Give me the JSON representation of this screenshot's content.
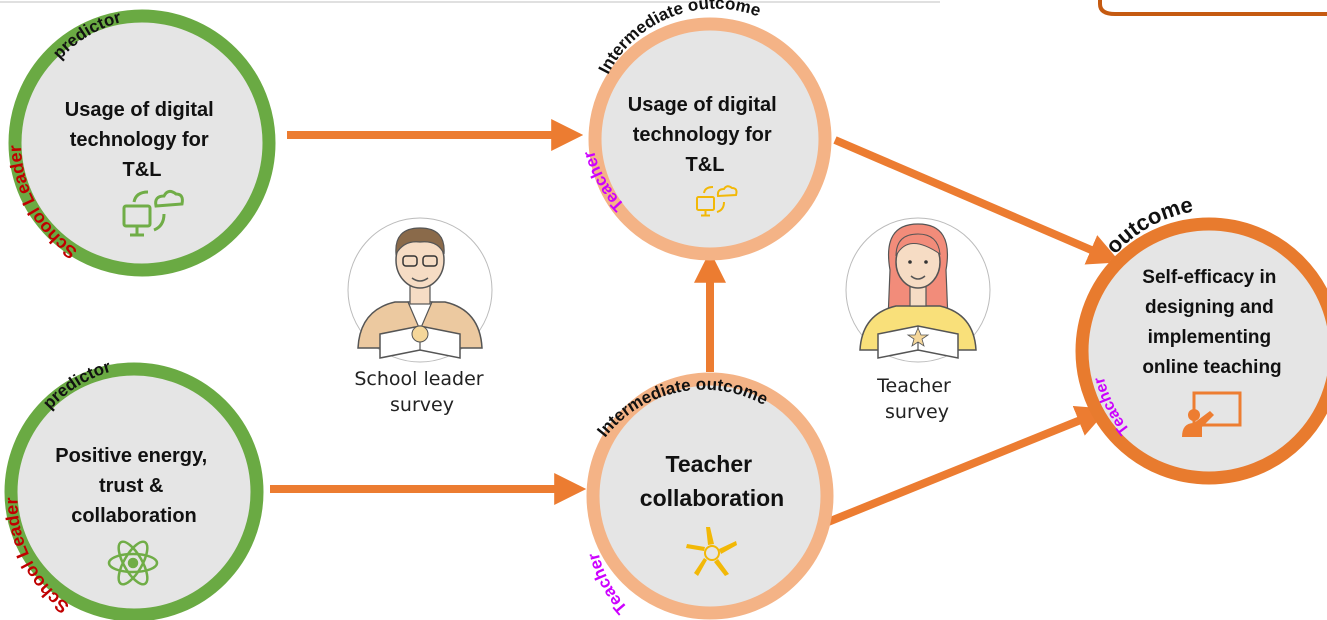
{
  "colors": {
    "predictor_ring": "#6aaa43",
    "intermediate_ring": "#f4b386",
    "outcome_ring": "#e87b2e",
    "arrow": "#ec7c31",
    "node_fill": "#e5e5e5",
    "school_leader_text": "#c00000",
    "teacher_text": "#cc00ff",
    "role_text": "#111111",
    "icon_green": "#70ad47",
    "icon_yellow": "#f2b807",
    "icon_orange": "#ed7d31"
  },
  "nodes": {
    "predictor_digital": {
      "role": "predictor",
      "source": "School Leader",
      "lines": [
        "Usage of digital",
        "technology for",
        "T&L"
      ],
      "icon": "computer-cloud-sync-icon"
    },
    "predictor_energy": {
      "role": "predictor",
      "source": "School Leader",
      "lines": [
        "Positive energy,",
        "trust &",
        "collaboration"
      ],
      "icon": "atom-icon"
    },
    "intermediate_digital": {
      "role": "Intermediate outcome",
      "source": "Teacher",
      "lines": [
        "Usage of digital",
        "technology for",
        "T&L"
      ],
      "icon": "computer-cloud-sync-icon"
    },
    "intermediate_collab": {
      "role": "Intermediate outcome",
      "source": "Teacher",
      "lines": [
        "Teacher",
        "collaboration"
      ],
      "icon": "hands-circle-icon"
    },
    "outcome": {
      "role": "outcome",
      "source": "Teacher",
      "lines": [
        "Self-efficacy in",
        "designing and",
        "implementing",
        "online teaching"
      ],
      "icon": "teacher-board-icon"
    }
  },
  "surveys": {
    "school_leader": {
      "lines": [
        "School leader",
        "survey"
      ],
      "icon": "school-leader-avatar-icon"
    },
    "teacher": {
      "lines": [
        "Teacher",
        "survey"
      ],
      "icon": "teacher-avatar-icon"
    }
  }
}
